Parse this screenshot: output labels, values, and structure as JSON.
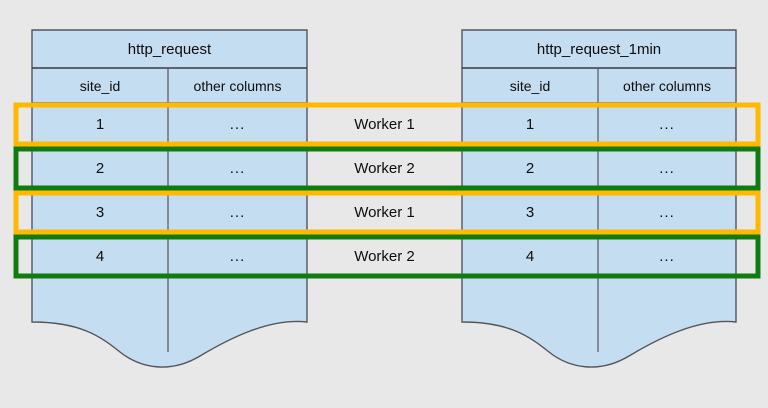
{
  "diagram": {
    "type": "table-sharding-distribution",
    "background_color": "#e8e8e8",
    "table_fill_color": "#c5ddf0",
    "table_border_color": "#3a3a46",
    "highlight_orange": "#FFB900",
    "highlight_green": "#107C10",
    "tables": [
      {
        "name": "source-table",
        "title": "http_request",
        "columns": [
          "site_id",
          "other columns"
        ],
        "rows": [
          {
            "site_id": "1",
            "other": "..."
          },
          {
            "site_id": "2",
            "other": "..."
          },
          {
            "site_id": "3",
            "other": "..."
          },
          {
            "site_id": "4",
            "other": "..."
          }
        ]
      },
      {
        "name": "rollup-table",
        "title": "http_request_1min",
        "columns": [
          "site_id",
          "other columns"
        ],
        "rows": [
          {
            "site_id": "1",
            "other": "..."
          },
          {
            "site_id": "2",
            "other": "..."
          },
          {
            "site_id": "3",
            "other": "..."
          },
          {
            "site_id": "4",
            "other": "..."
          }
        ]
      }
    ],
    "workers": [
      {
        "label": "Worker 1",
        "highlight": "#FFB900"
      },
      {
        "label": "Worker 2",
        "highlight": "#107C10"
      },
      {
        "label": "Worker 1",
        "highlight": "#FFB900"
      },
      {
        "label": "Worker 2",
        "highlight": "#107C10"
      }
    ]
  }
}
